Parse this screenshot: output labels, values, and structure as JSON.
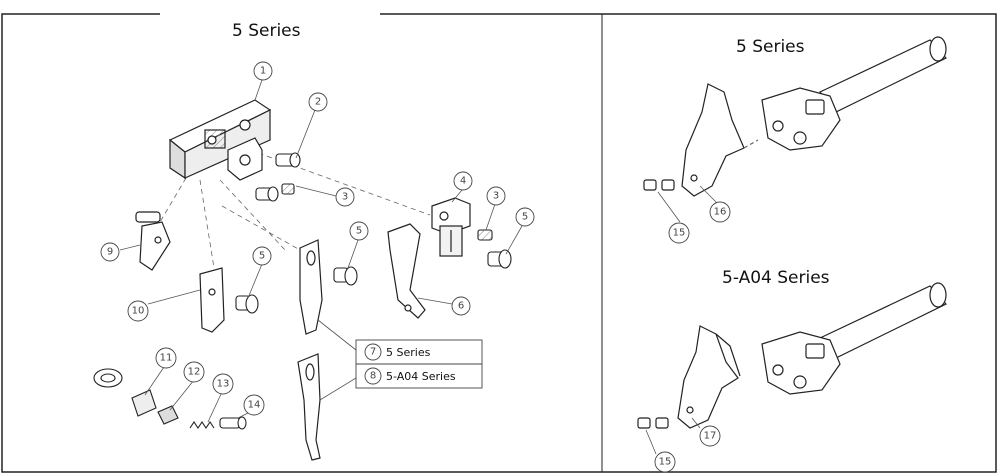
{
  "left_panel": {
    "title": "5   Series"
  },
  "right_panel": {
    "top_title": "5 Series",
    "bottom_title": "5-A04 Series"
  },
  "callouts": {
    "c1": "1",
    "c2": "2",
    "c3a": "3",
    "c3b": "3",
    "c4": "4",
    "c5a": "5",
    "c5b": "5",
    "c5c": "5",
    "c6": "6",
    "c9": "9",
    "c10": "10",
    "c11": "11",
    "c12": "12",
    "c13": "13",
    "c14": "14",
    "c15a": "15",
    "c16": "16",
    "c15b": "15",
    "c17": "17"
  },
  "variant_table": [
    {
      "num": "7",
      "label": "5 Series"
    },
    {
      "num": "8",
      "label": "5-A04 Series"
    }
  ]
}
